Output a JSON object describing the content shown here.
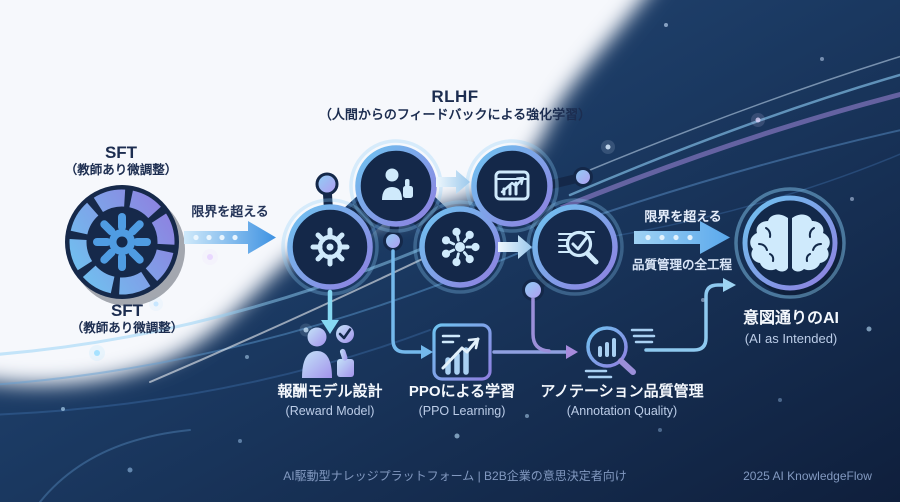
{
  "meta": {
    "type": "infographic-diagram",
    "language": "ja"
  },
  "title": {
    "main": "RLHF",
    "subtitle": "（人間からのフィードバックによる強化学習）"
  },
  "sft": {
    "top": {
      "main": "SFT",
      "sub": "（教師あり微調整）"
    },
    "bottom": {
      "main": "SFT",
      "sub": "（教師あり微調整）"
    }
  },
  "transitions": {
    "left_arrow_label": "限界を超える",
    "right_arrow_label": "限界を超える",
    "right_arrow_sublabel": "品質管理の全工程"
  },
  "chain": {
    "icons": [
      "gear-icon",
      "person-approve-icon",
      "network-hub-icon",
      "trend-window-icon",
      "magnifier-check-icon"
    ]
  },
  "stages": [
    {
      "jp": "報酬モデル設計",
      "en": "(Reward Model)",
      "icon": "person-feedback-icon"
    },
    {
      "jp": "PPOによる学習",
      "en": "(PPO Learning)",
      "icon": "bar-chart-box-icon"
    },
    {
      "jp": "アノテーション品質管理",
      "en": "(Annotation Quality)",
      "icon": "magnifier-bars-icon"
    }
  ],
  "goal": {
    "jp": "意図通りのAI",
    "en": "(AI as Intended)",
    "icon": "brain-icon"
  },
  "footer": {
    "center": "AI駆動型ナレッジプラットフォーム | B2B企業の意思決定者向け",
    "right": "2025 AI KnowledgeFlow"
  },
  "colors": {
    "bg_dark": "#13233f",
    "bg_light": "#f5f7fb",
    "accent_cyan": "#6fc3f0",
    "accent_purple": "#8f7fe0",
    "text_dark": "#1c2d50",
    "text_light": "#f4f8fd",
    "text_muted": "#8299c0"
  }
}
